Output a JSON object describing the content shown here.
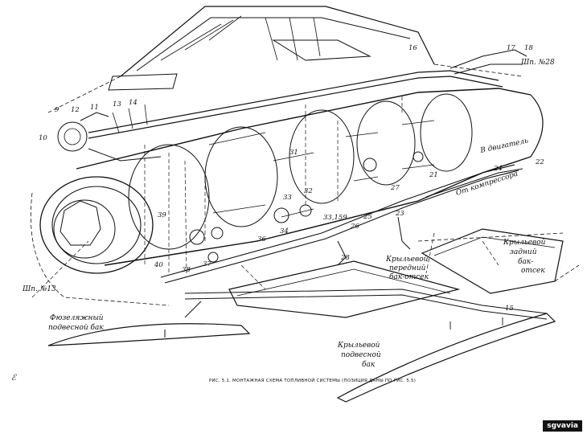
{
  "diagram": {
    "caption": "РИС. 5.1. МОНТАЖНАЯ СХЕМА ТОПЛИВНОЙ СИСТЕМЫ (ПОЗИЦИЯ ДАНЫ ПО РИС. 5.5)",
    "page_mark": "ℰ",
    "watermark": "sgvavia",
    "labels": {
      "frame_13": "Шп. №13",
      "frame_28": "Шп. №28",
      "to_engine": "В двигатель",
      "from_compressor": "От компрессора",
      "fuselage_tank": [
        "Фюзеляжный",
        "подвесной бак"
      ],
      "wing_front_tank": [
        "Крыльевой",
        "передний",
        "бак-отсек"
      ],
      "wing_rear_tank": [
        "Крыльевой",
        "задний",
        "бак-",
        "отсек"
      ],
      "wing_drop_tank": [
        "Крыльевой",
        "подвесной",
        "бак"
      ]
    },
    "callouts": [
      "9",
      "10",
      "11",
      "12",
      "13",
      "14",
      "15",
      "16",
      "17",
      "18",
      "21",
      "22",
      "23",
      "24",
      "25",
      "26",
      "27",
      "28",
      "31",
      "32",
      "33",
      "33,159",
      "34",
      "36",
      "37",
      "38",
      "39",
      "40"
    ]
  }
}
